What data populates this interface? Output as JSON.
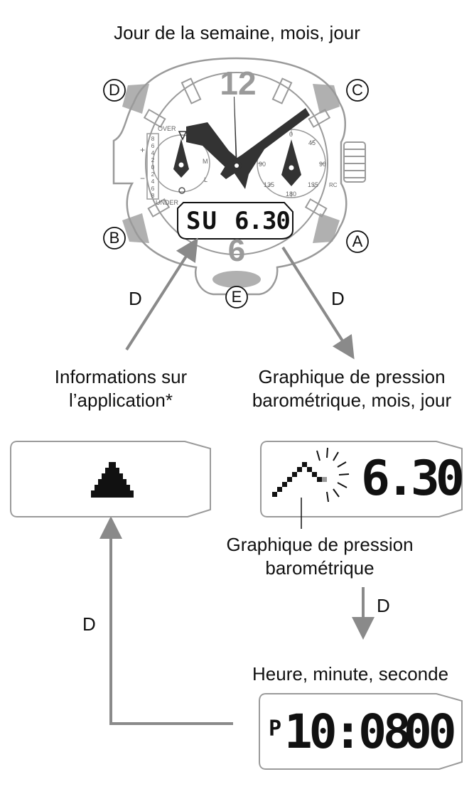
{
  "labels": {
    "top_caption": "Jour de la semaine, mois, jour",
    "app_info_line1": "Informations sur",
    "app_info_line2": "l’application*",
    "baro_line1": "Graphique de pression",
    "baro_line2": "barométrique, mois, jour",
    "baro_callout_line1": "Graphique de pression",
    "baro_callout_line2": "barométrique",
    "time_caption": "Heure, minute, seconde"
  },
  "buttons": {
    "a": "A",
    "b": "B",
    "c": "C",
    "d": "D",
    "e": "E"
  },
  "arrows": {
    "d1": "D",
    "d2": "D",
    "d3": "D",
    "d4": "D"
  },
  "watch": {
    "dial_12": "12",
    "dial_6": "6",
    "lcd_day": "SU",
    "lcd_date": "6.30",
    "scale_over": "OVER",
    "scale_under": "UNDER",
    "scale_plus": "+",
    "scale_minus": "−",
    "scale_digits": [
      "8",
      "6",
      "4",
      "2",
      "0",
      "2",
      "4",
      "6",
      "8"
    ],
    "subdial_ticks": [
      "0",
      "45",
      "90",
      "135",
      "180",
      "135",
      "90"
    ],
    "subdial_letters": [
      "M",
      "L"
    ],
    "rc_label": "RC"
  },
  "displays": {
    "baro_date": "6.30",
    "time_pm": "P",
    "time_hour": "10:08",
    "time_sec": "00"
  },
  "colors": {
    "outline": "#9a9a9a",
    "arrow": "#8a8a8a",
    "hands": "#333333",
    "bezel_button": "#b0b0b0",
    "lcd_text": "#111111"
  }
}
